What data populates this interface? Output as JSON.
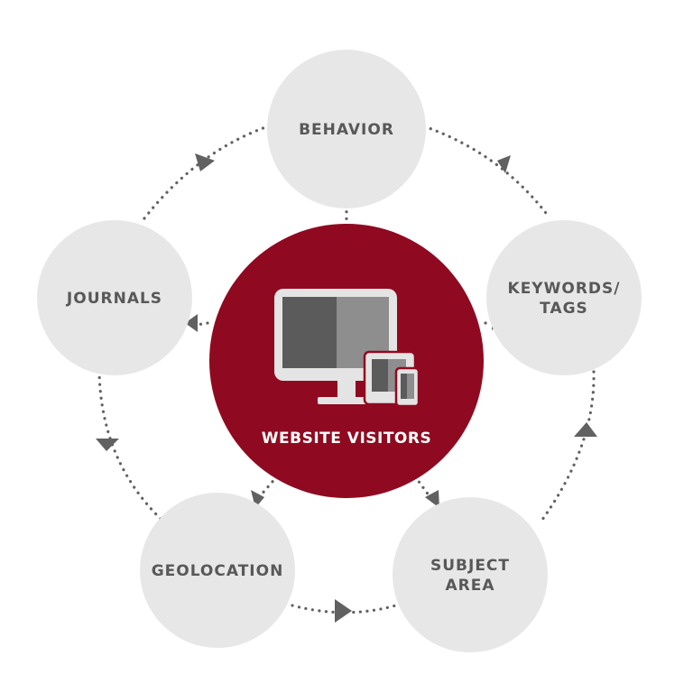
{
  "center": {
    "label": "WEBSITE VISITORS",
    "icon": "devices-icon",
    "fill_color": "#8f0a20"
  },
  "nodes": [
    {
      "id": "behavior",
      "lines": [
        "BEHAVIOR"
      ]
    },
    {
      "id": "keywords-tags",
      "lines": [
        "KEYWORDS/",
        "TAGS"
      ]
    },
    {
      "id": "subject-area",
      "lines": [
        "SUBJECT",
        "AREA"
      ]
    },
    {
      "id": "geolocation",
      "lines": [
        "GEOLOCATION"
      ]
    },
    {
      "id": "journals",
      "lines": [
        "JOURNALS"
      ]
    }
  ],
  "colors": {
    "node_fill": "#e7e7e7",
    "node_text": "#585858",
    "connector": "#616161",
    "center_text": "#ffffff"
  }
}
